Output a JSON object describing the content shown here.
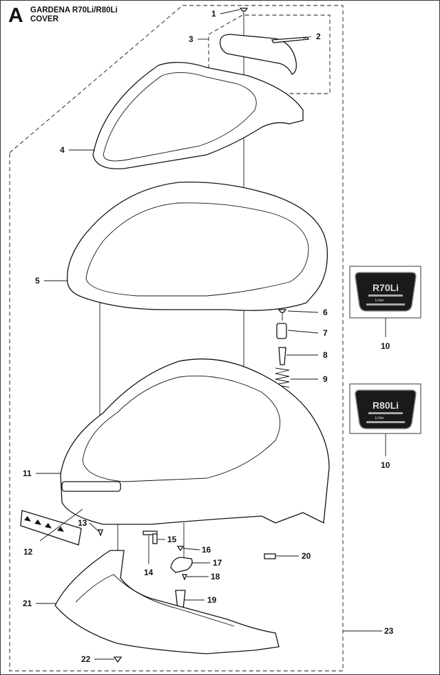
{
  "header": {
    "section_letter": "A",
    "title_line1": "GARDENA  R70Li/R80Li",
    "title_line2": "COVER"
  },
  "callouts": {
    "c1": "1",
    "c2": "2",
    "c3": "3",
    "c4": "4",
    "c5": "5",
    "c6": "6",
    "c7": "7",
    "c8": "8",
    "c9": "9",
    "c10a": "10",
    "c10b": "10",
    "c11": "11",
    "c12": "12",
    "c13": "13",
    "c14": "14",
    "c15": "15",
    "c16": "16",
    "c17": "17",
    "c18": "18",
    "c19": "19",
    "c20": "20",
    "c21": "21",
    "c22": "22",
    "c23": "23"
  },
  "badges": [
    {
      "model": "R70Li",
      "sub": "Li-Ion"
    },
    {
      "model": "R80Li",
      "sub": "Li-Ion"
    }
  ]
}
